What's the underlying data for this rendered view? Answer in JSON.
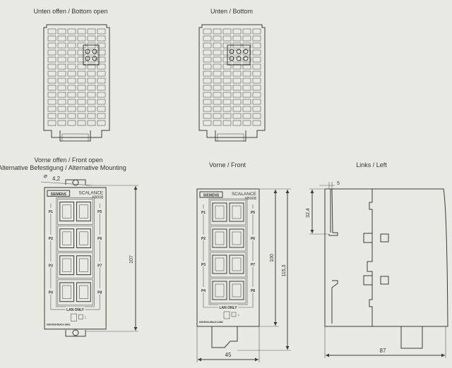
{
  "views": {
    "bottom_open": {
      "title": "Unten offen / Bottom open"
    },
    "bottom": {
      "title": "Unten / Bottom"
    },
    "front_open": {
      "title": "Vorne offen / Front open",
      "subtitle": "Alternative Befestigung / Alternative Mounting"
    },
    "front": {
      "title": "Vorne / Front"
    },
    "left": {
      "title": "Links / Left"
    }
  },
  "device": {
    "brand": "SIEMENS",
    "product_line": "SCALANCE",
    "model": "XB008",
    "lan_label": "LAN ONLY",
    "led_label": "L",
    "order_number": "6GK5008-0BA10-1AB2",
    "ports_left": [
      "P1",
      "P2",
      "P3",
      "P4"
    ],
    "ports_right": [
      "P5",
      "P6",
      "P7",
      "P8"
    ]
  },
  "dimensions": {
    "hole_symbol": "⌀",
    "hole_diameter": "4,2",
    "front_open_height": "107",
    "front_height": "100",
    "front_total_height": "115,3",
    "width": "45",
    "depth": "87",
    "rail_offset": "5",
    "rail_height": "32,4"
  },
  "colors": {
    "background": "#e9e9e4",
    "line": "#3a3a3a"
  }
}
